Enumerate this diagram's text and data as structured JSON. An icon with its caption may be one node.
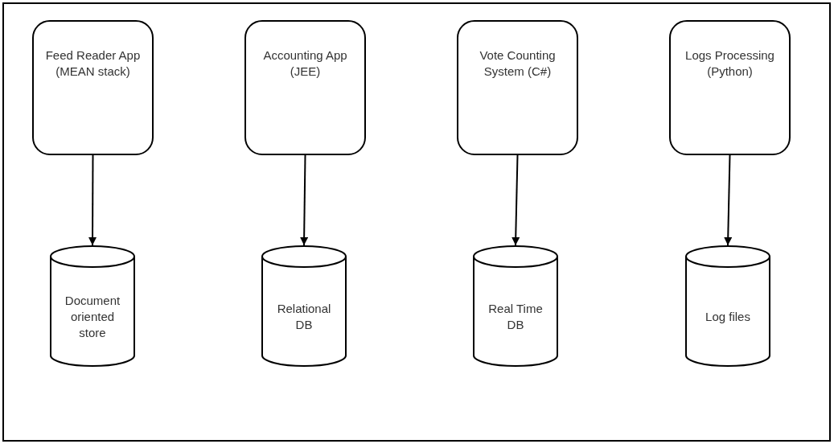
{
  "diagram": {
    "nodes": [
      {
        "text": [
          "Feed Reader App (MEAN stack)"
        ]
      },
      {
        "text": [
          "Accounting App (JEE)"
        ]
      },
      {
        "text": [
          "Vote Counting System (C#)"
        ]
      },
      {
        "text": [
          "Logs Processing (Python)"
        ]
      },
      {
        "text": [
          "Document oriented store"
        ]
      },
      {
        "text": [
          "Relational DB"
        ]
      },
      {
        "text": [
          "Real Time DB"
        ]
      },
      {
        "text": [
          "Log files"
        ]
      }
    ],
    "edges": [
      {
        "from": 0,
        "to": 4,
        "arrow": "to"
      },
      {
        "from": 1,
        "to": 5,
        "arrow": "to"
      },
      {
        "from": 2,
        "to": 6,
        "arrow": "to"
      },
      {
        "from": 3,
        "to": 7,
        "arrow": "to"
      }
    ]
  }
}
